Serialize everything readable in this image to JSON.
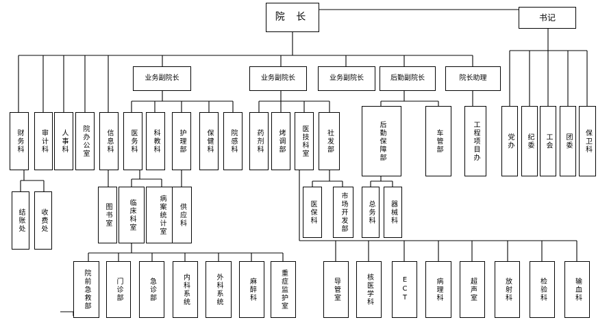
{
  "nodes": {
    "yuanzhang": "院 长",
    "shuji": "书记",
    "yewu1": "业务副院长",
    "yewu2": "业务副院长",
    "yewu3": "业务副院长",
    "houqin_fu": "后勤副院长",
    "zhuli": "院长助理",
    "caiwu": "财务科",
    "shenji": "审计科",
    "renshi": "人事科",
    "yuanban": "院办公室",
    "xinxi": "信息科",
    "yiwu": "医务科",
    "kejiao": "科教科",
    "huli": "护理部",
    "baojian": "保健科",
    "yuangan": "院感科",
    "yaoji": "药剂科",
    "wangdiao": "烤调部",
    "yibao_shi": "医技科室",
    "shefa": "社发部",
    "houqin_bao": "后勤保障部",
    "chegu": "车管部",
    "gongcheng": "工程项目办",
    "dangban": "党办",
    "jiwei": "纪委",
    "gonghui": "工会",
    "tuanwei": "团委",
    "baowei": "保卫科",
    "jiezhang": "结账处",
    "shoufei": "收费处",
    "tushu": "图书室",
    "linchuang": "临床科室",
    "bingan": "病案统计室",
    "gongying": "供应科",
    "yibao": "医保科",
    "shichang": "市场开发部",
    "zongwu": "总务科",
    "qixie": "器械科",
    "jizhen": "院前急救部",
    "menzhen": "门诊部",
    "jizhenbu": "急诊部",
    "neike": "内科系统",
    "waike": "外科系统",
    "mazui": "麻醉科",
    "zhongzheng": "重症监护室",
    "daoguan": "导管室",
    "heyixue": "核医学科",
    "ect": "ECT",
    "bingli": "病理科",
    "chaosheng": "超声室",
    "fangshe": "放射科",
    "jianyan": "检验科",
    "shuxue": "输血科"
  }
}
